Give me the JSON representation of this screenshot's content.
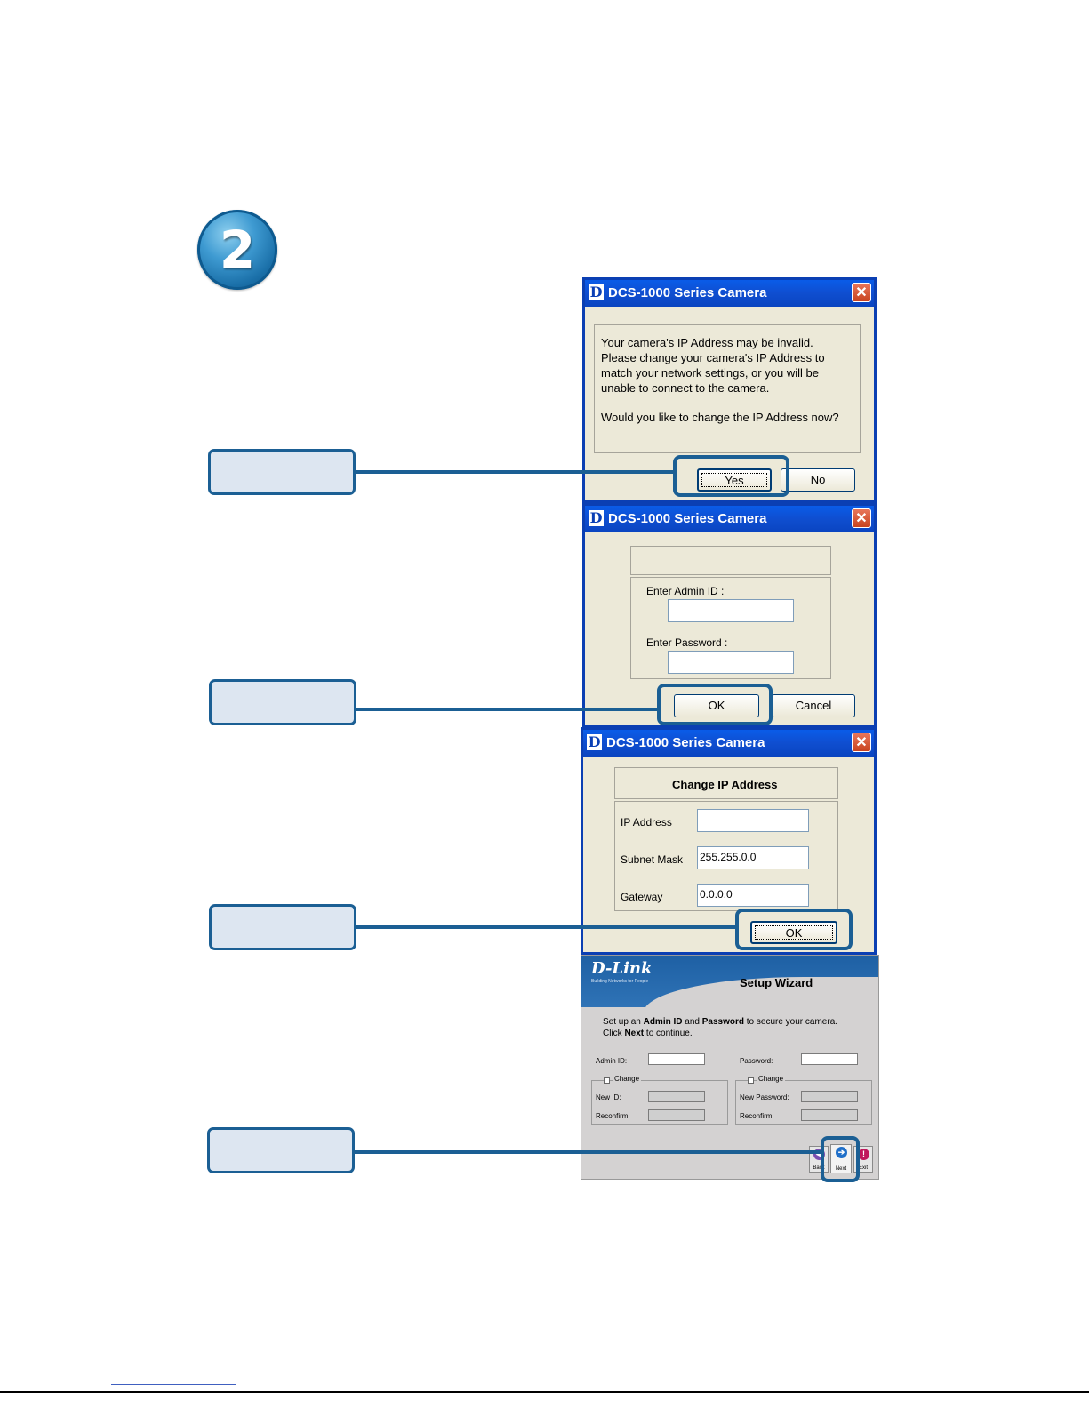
{
  "step": {
    "number": "2"
  },
  "dialog1": {
    "title": "DCS-1000 Series Camera",
    "logo": "D",
    "close": "✕",
    "message_lines": [
      "Your camera's IP Address may be invalid.",
      "Please change your camera's IP Address to",
      "match your network settings, or you will be",
      "unable to connect to the camera."
    ],
    "question": "Would you like to change the IP Address now?",
    "yes_label": "Yes",
    "no_label": "No"
  },
  "dialog2": {
    "title": "DCS-1000 Series Camera",
    "logo": "D",
    "close": "✕",
    "admin_label": "Enter Admin ID :",
    "admin_value": "",
    "password_label": "Enter Password :",
    "password_value": "",
    "ok_label": "OK",
    "cancel_label": "Cancel"
  },
  "dialog3": {
    "title": "DCS-1000 Series Camera",
    "logo": "D",
    "close": "✕",
    "heading": "Change IP Address",
    "ip_label": "IP Address",
    "ip_value": "",
    "mask_label": "Subnet Mask",
    "mask_value": "255.255.0.0",
    "gateway_label": "Gateway",
    "gateway_value": "0.0.0.0",
    "ok_label": "OK"
  },
  "wizard": {
    "logo": "D-Link",
    "tagline": "Building Networks for People",
    "title": "Setup Wizard",
    "intro_1_pre": "Set up an ",
    "intro_1_b1": "Admin ID",
    "intro_1_mid": " and ",
    "intro_1_b2": "Password",
    "intro_1_post": " to secure your camera.",
    "intro_2_pre": "Click ",
    "intro_2_b": "Next",
    "intro_2_post": " to continue.",
    "admin_label": "Admin ID:",
    "password_label": "Password:",
    "change_label": "Change",
    "new_id_label": "New ID:",
    "new_password_label": "New Password:",
    "reconfirm_label": "Reconfirm:",
    "back_label": "Back",
    "next_label": "Next",
    "exit_label": "Exit"
  },
  "colors": {
    "accent": "#1b5f94",
    "callout_fill": "#dde6f1",
    "xp_title": "#0a5ce8"
  }
}
